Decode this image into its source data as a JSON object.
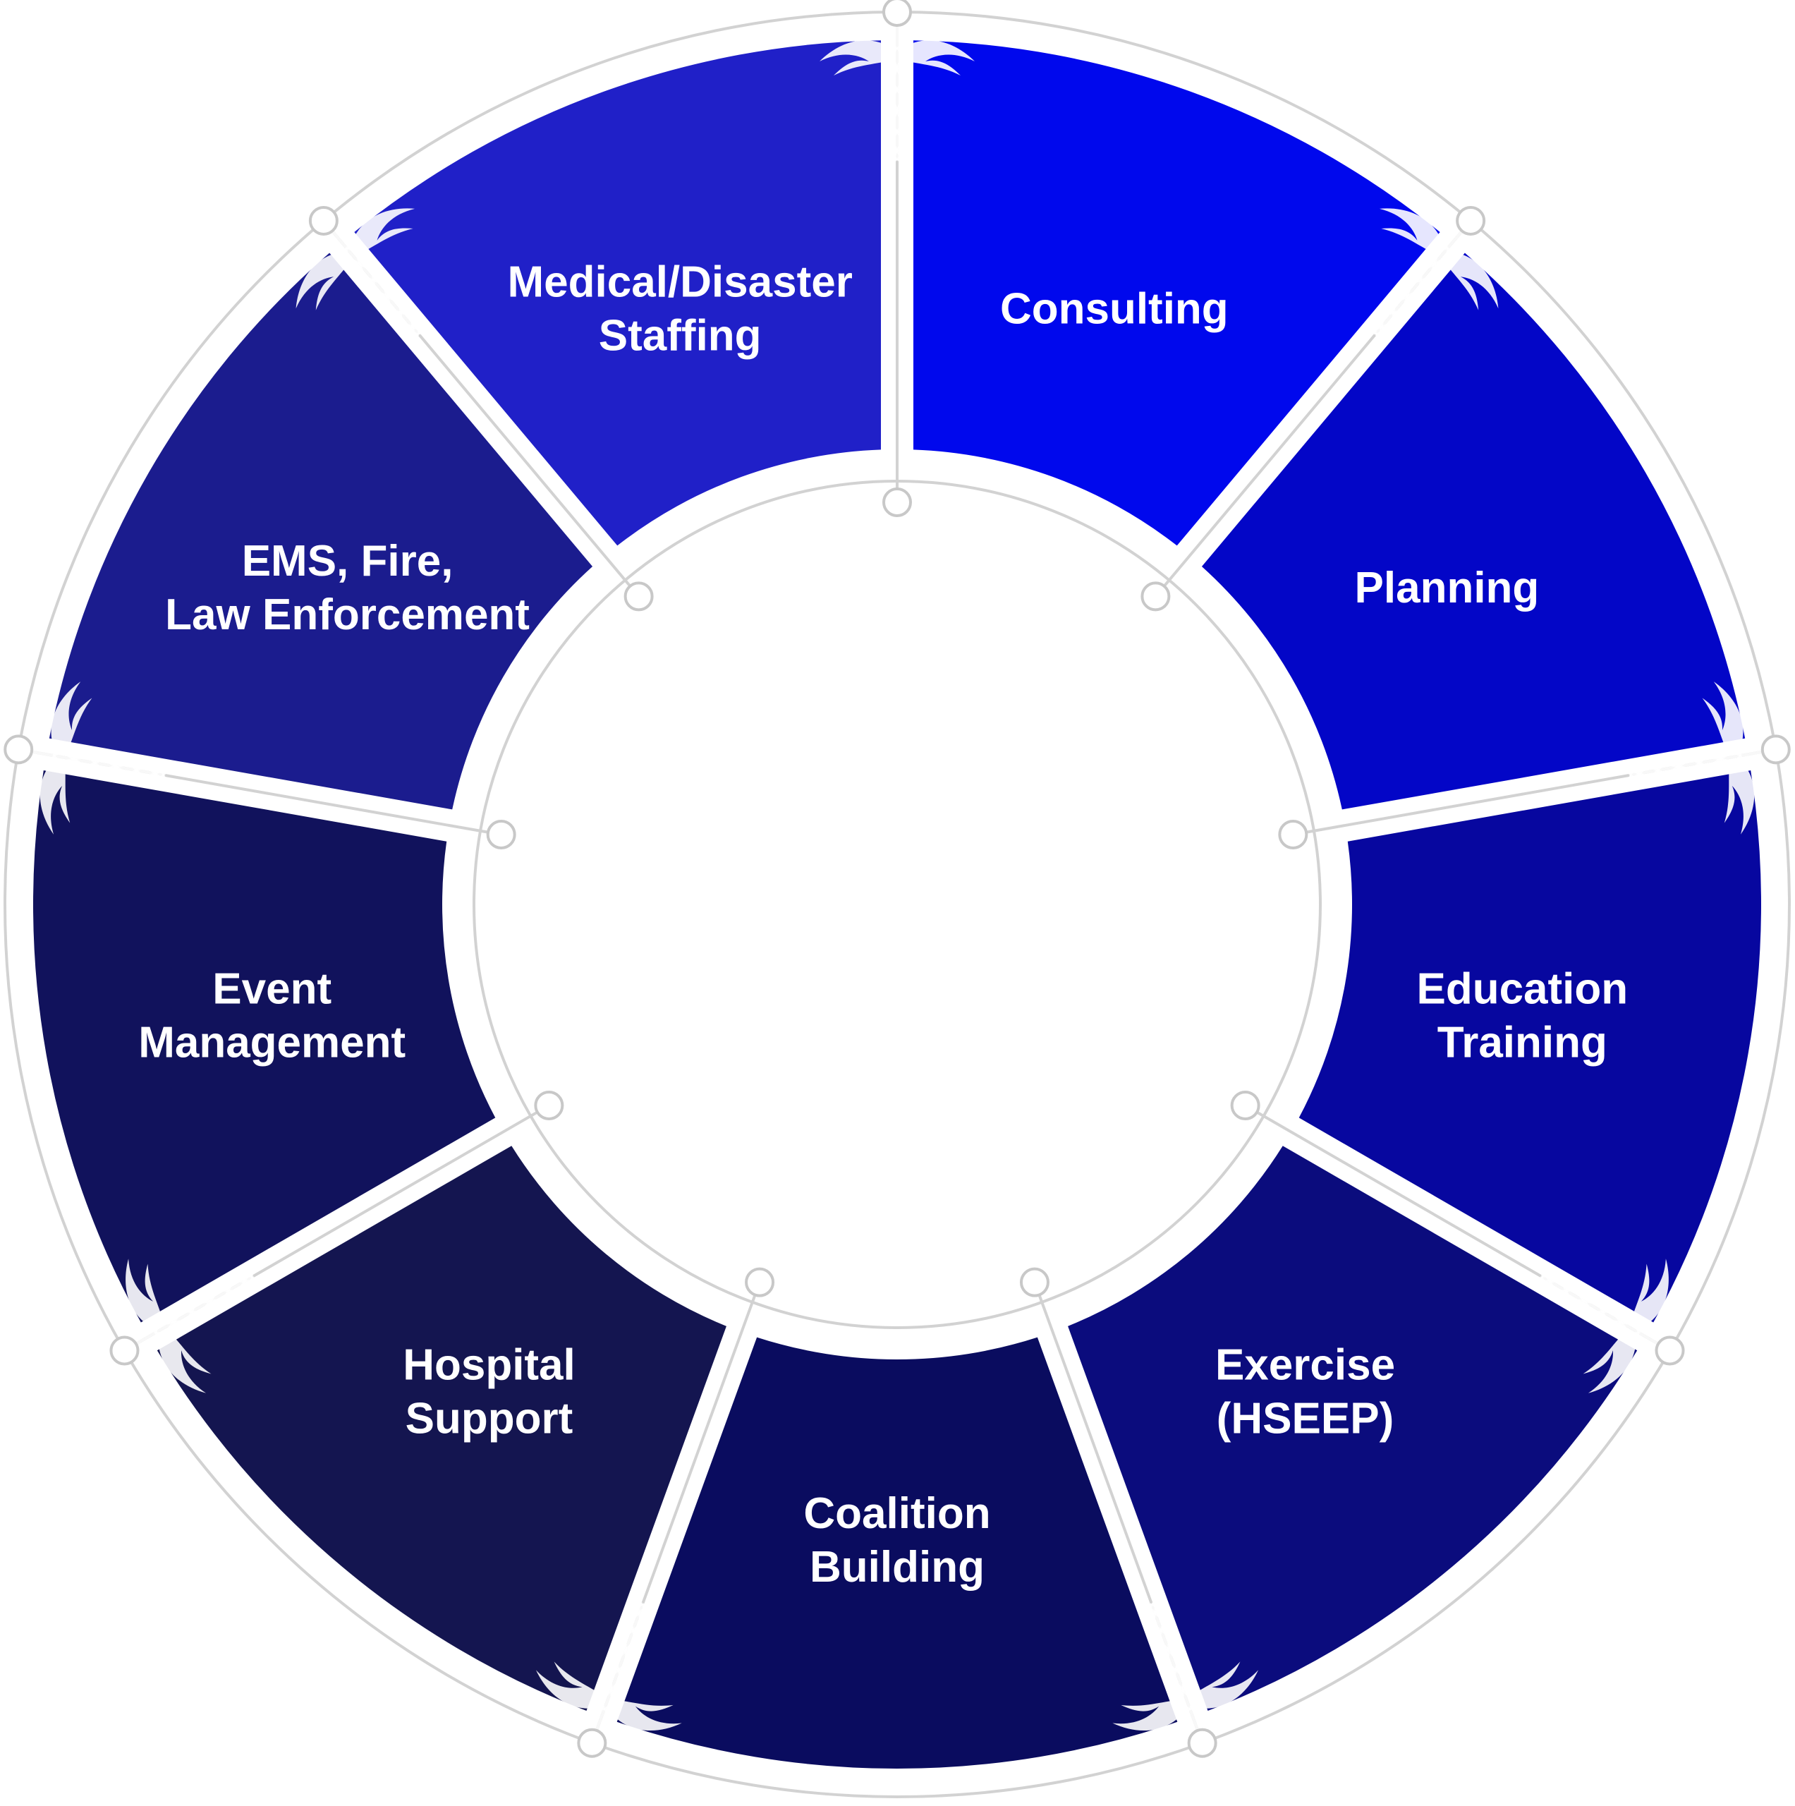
{
  "diagram": {
    "type": "segmented-wheel",
    "segments": [
      {
        "id": "consulting",
        "lines": [
          "Consulting"
        ],
        "color": "#0008ED"
      },
      {
        "id": "planning",
        "lines": [
          "Planning"
        ],
        "color": "#0306C7"
      },
      {
        "id": "education-training",
        "lines": [
          "Education",
          "Training"
        ],
        "color": "#07079F"
      },
      {
        "id": "exercise-hseep",
        "lines": [
          "Exercise",
          "(HSEEP)"
        ],
        "color": "#0B0C7D"
      },
      {
        "id": "coalition-building",
        "lines": [
          "Coalition",
          "Building"
        ],
        "color": "#0A0C5F"
      },
      {
        "id": "hospital-support",
        "lines": [
          "Hospital",
          "Support"
        ],
        "color": "#141550"
      },
      {
        "id": "event-management",
        "lines": [
          "Event",
          "Management"
        ],
        "color": "#11125C"
      },
      {
        "id": "ems-fire-law",
        "lines": [
          "EMS, Fire,",
          "Law Enforcement"
        ],
        "color": "#1B1C8E"
      },
      {
        "id": "medical-disaster-staffing",
        "lines": [
          "Medical/Disaster",
          "Staffing"
        ],
        "color": "#2020C8"
      }
    ],
    "line_color": "#D2D2D2",
    "node_stroke_color": "#C8C8C8",
    "emblem_icon": "caduceus-icon"
  }
}
